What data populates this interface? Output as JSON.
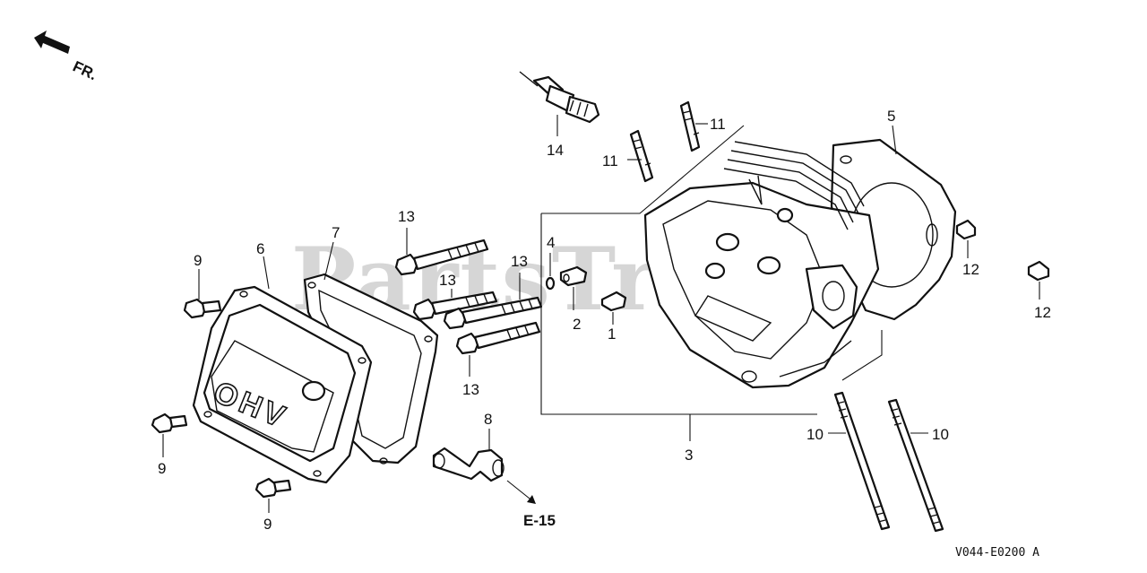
{
  "orientation": {
    "direction_label": "FR."
  },
  "watermark": "PartsTre",
  "callouts": {
    "c1": "1",
    "c2": "2",
    "c3": "3",
    "c4": "4",
    "c5": "5",
    "c6": "6",
    "c7": "7",
    "c8": "8",
    "c9a": "9",
    "c9b": "9",
    "c9c": "9",
    "c10a": "10",
    "c10b": "10",
    "c11a": "11",
    "c11b": "11",
    "c12a": "12",
    "c12b": "12",
    "c13a": "13",
    "c13b": "13",
    "c13c": "13",
    "c13d": "13",
    "c14": "14"
  },
  "reference": "E-15",
  "cover_marking": "OHV",
  "diagram_code": "V044-E0200 A"
}
